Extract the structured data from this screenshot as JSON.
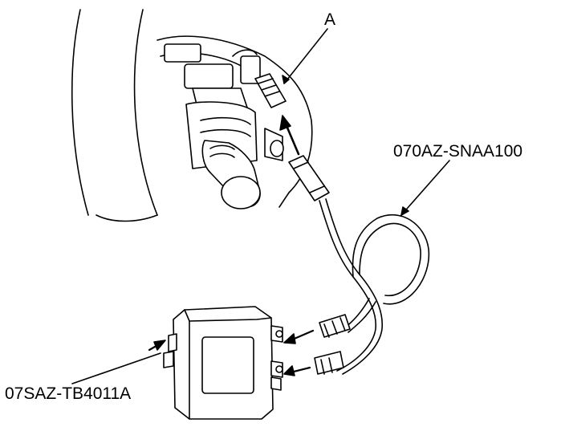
{
  "labels": {
    "connector": "A",
    "harness": "070AZ-SNAA100",
    "test_box": "07SAZ-TB4011A"
  },
  "colors": {
    "line": "#000000",
    "fill": "#ffffff"
  }
}
